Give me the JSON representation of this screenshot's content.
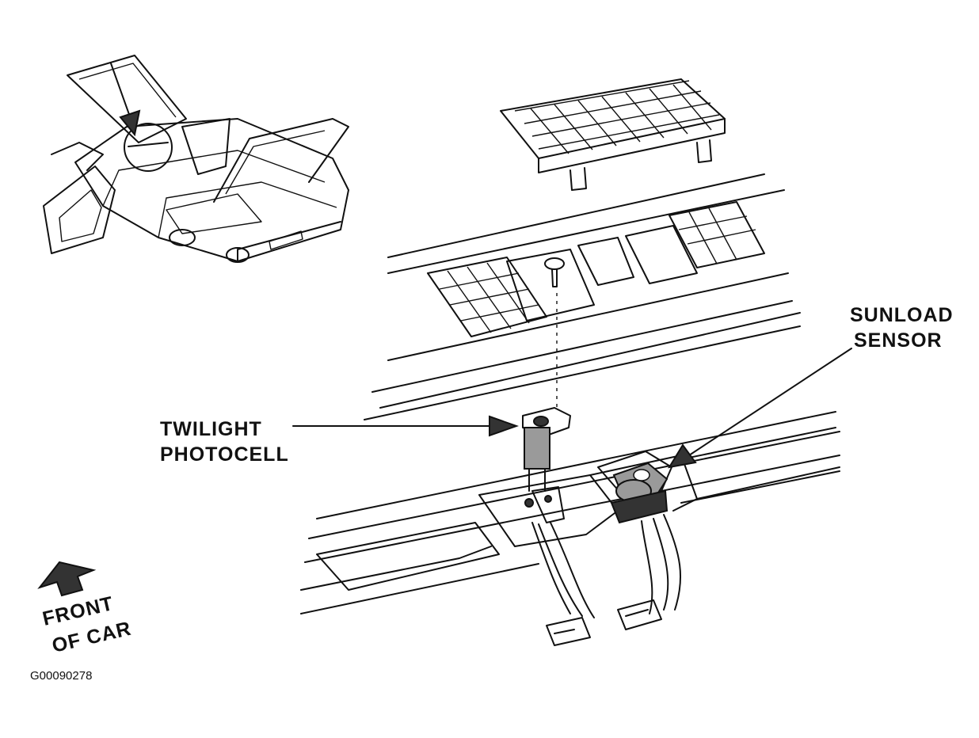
{
  "labels": {
    "twilight_line1": "TWILIGHT",
    "twilight_line2": "PHOTOCELL",
    "sunload_line1": "SUNLOAD",
    "sunload_line2": "SENSOR",
    "front_line1": "FRONT",
    "front_line2": "OF CAR"
  },
  "figure_id": "G00090278",
  "colors": {
    "line": "#111111",
    "shade": "#9a9a9a",
    "background": "#ffffff"
  }
}
